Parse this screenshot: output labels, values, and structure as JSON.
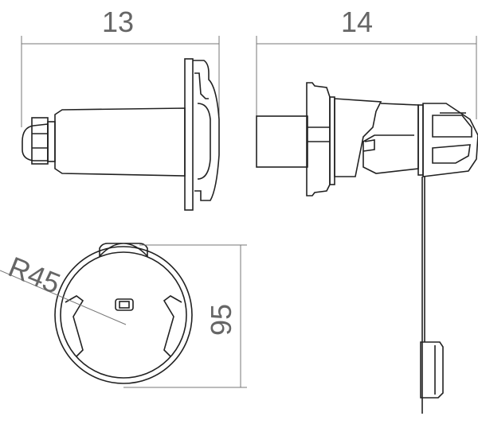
{
  "dimensions": {
    "left_view_width": "13",
    "right_view_width": "14",
    "radius": "R45",
    "diameter_height": "95"
  }
}
